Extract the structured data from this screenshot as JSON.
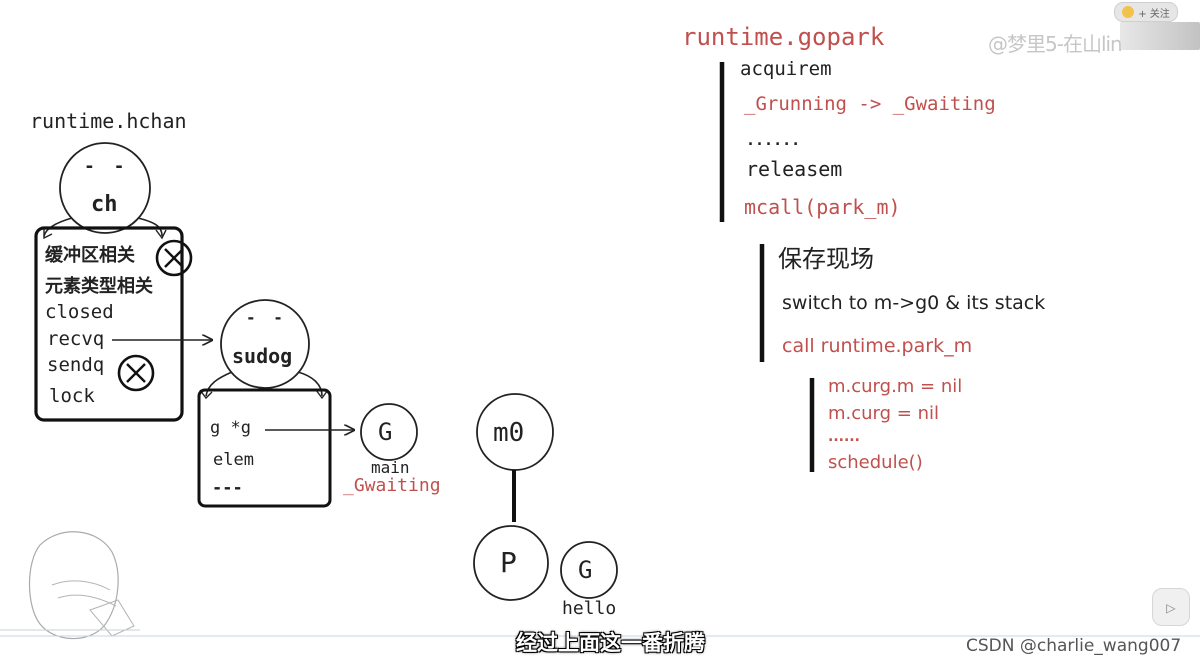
{
  "hchan": {
    "title": "runtime.hchan",
    "face_eyes": "- -",
    "face_label": "ch",
    "fields": [
      "缓冲区相关",
      "元素类型相关",
      "closed",
      "recvq",
      "sendq",
      "lock"
    ]
  },
  "sudog": {
    "face_eyes": "- -",
    "face_label": "sudog",
    "fields": [
      "g *g",
      "elem",
      "---"
    ]
  },
  "g_main": {
    "label": "G",
    "name": "main",
    "state": "_Gwaiting"
  },
  "m0": {
    "label": "m0"
  },
  "p": {
    "label": "P"
  },
  "g_hello": {
    "label": "G",
    "name": "hello"
  },
  "gopark": {
    "title": "runtime.gopark",
    "steps": [
      "acquirem",
      "_Grunning -> _Gwaiting",
      "......",
      "releasem",
      "mcall(park_m)"
    ]
  },
  "mcall": {
    "steps": [
      "保存现场",
      "switch to m->g0 & its stack",
      "call runtime.park_m"
    ]
  },
  "park_m": {
    "steps": [
      "m.curg.m = nil",
      "m.curg = nil",
      "......",
      "schedule()"
    ]
  },
  "overlay": {
    "follow_label": "+ 关注",
    "watermark": "@梦里5-在山lin",
    "subtitle": "经过上面这一番折腾",
    "csdn": "CSDN @charlie_wang007",
    "play_icon": "▷"
  },
  "colors": {
    "ink": "#222222",
    "red": "#c0504d"
  }
}
